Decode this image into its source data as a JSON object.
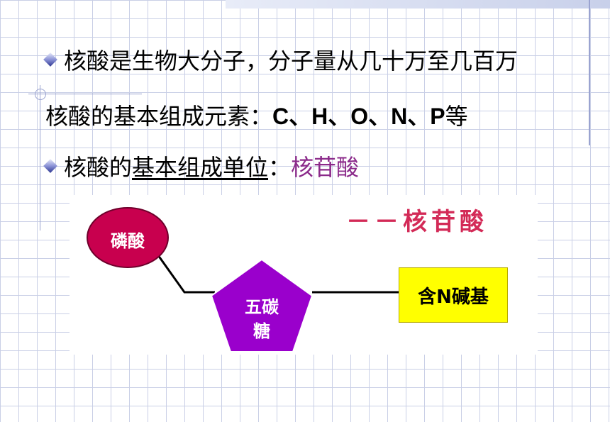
{
  "lines": {
    "line1": "核酸是生物大分子，分子量从几十万至几百万",
    "line2_prefix": "核酸的基本组成元素：",
    "line2_elements": "C、H、O、N、P",
    "line2_suffix": "等",
    "line3_prefix": "核酸的",
    "line3_underlined": "基本组成单位",
    "line3_colon": "：",
    "line3_answer": "核苷酸"
  },
  "diagram": {
    "title": "－－核苷酸",
    "phosphate": "磷酸",
    "sugar_line1": "五碳",
    "sugar_line2": "糖",
    "base": "含N碱基"
  },
  "colors": {
    "phosphate_fill": "#c8004e",
    "sugar_fill": "#9a00cc",
    "base_fill": "#ffff00",
    "title_color": "#d32a57",
    "answer_color": "#8b2a8a",
    "bullet": "#4b52a8"
  },
  "icons": {
    "bullet": "diamond-bullet-icon"
  }
}
